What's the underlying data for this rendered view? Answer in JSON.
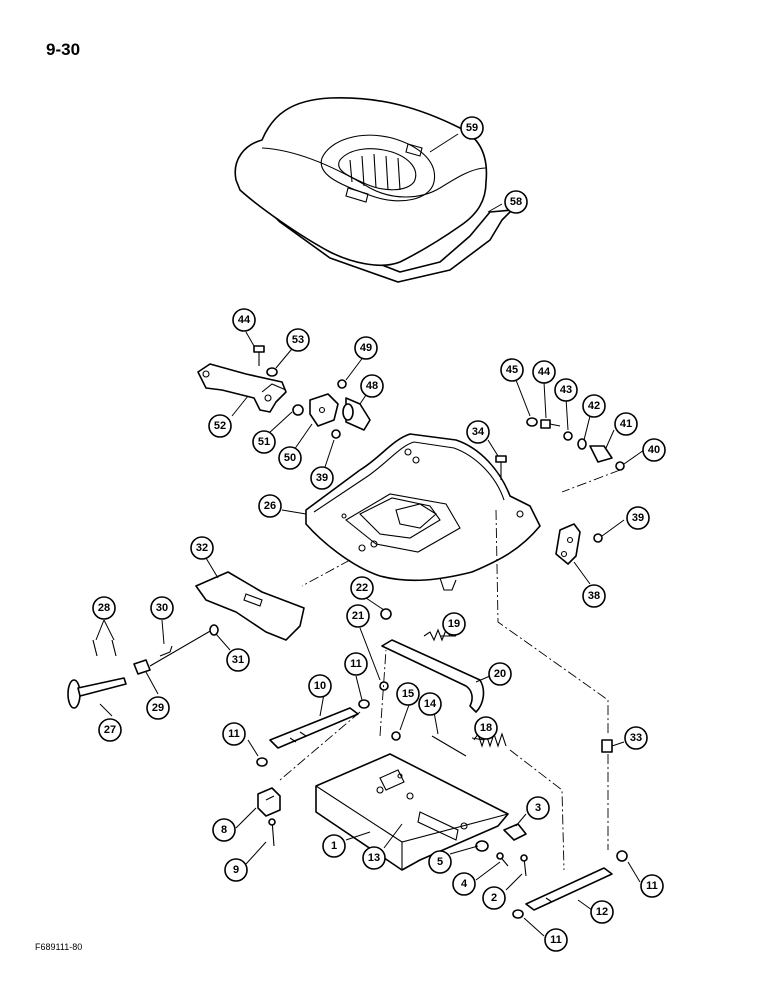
{
  "page_number": "9-30",
  "figure_code": "F689111-80",
  "callouts": [
    "59",
    "58",
    "44",
    "53",
    "49",
    "48",
    "52",
    "51",
    "50",
    "39",
    "45",
    "44",
    "43",
    "42",
    "41",
    "40",
    "34",
    "26",
    "39",
    "38",
    "32",
    "22",
    "21",
    "19",
    "20",
    "28",
    "30",
    "31",
    "27",
    "29",
    "11",
    "10",
    "15",
    "14",
    "18",
    "33",
    "11",
    "8",
    "9",
    "1",
    "13",
    "3",
    "5",
    "4",
    "2",
    "12",
    "11",
    "11"
  ]
}
